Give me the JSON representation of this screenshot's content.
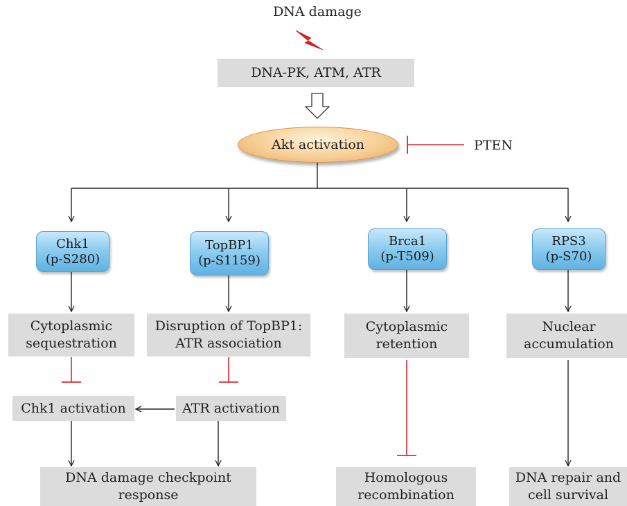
{
  "diagram": {
    "title": "DNA damage",
    "sensors": "DNA-PK, ATM, ATR",
    "akt": "Akt activation",
    "inhibitor": "PTEN",
    "targets": [
      {
        "name": "Chk1",
        "site": "(p-S280)"
      },
      {
        "name": "TopBP1",
        "site": "(p-S1159)"
      },
      {
        "name": "Brca1",
        "site": "(p-T509)"
      },
      {
        "name": "RPS3",
        "site": "(p-S70)"
      }
    ],
    "effects": [
      "Cytoplasmic\nsequestration",
      "Disruption of TopBP1:\nATR association",
      "Cytoplasmic\nretention",
      "Nuclear\naccumulation"
    ],
    "chk1_activation": "Chk1 activation",
    "atr_activation": "ATR activation",
    "outcomes": [
      "DNA damage checkpoint\nresponse",
      "Homologous\nrecombination",
      "DNA repair and\ncell survival"
    ],
    "colors": {
      "inhibition": "#e0242b",
      "arrow": "#222222",
      "box_fill": "#dcdcdc",
      "lightning": "#e11d1d"
    },
    "icons": [
      "lightning-bolt-icon",
      "hollow-down-arrow-icon"
    ]
  }
}
